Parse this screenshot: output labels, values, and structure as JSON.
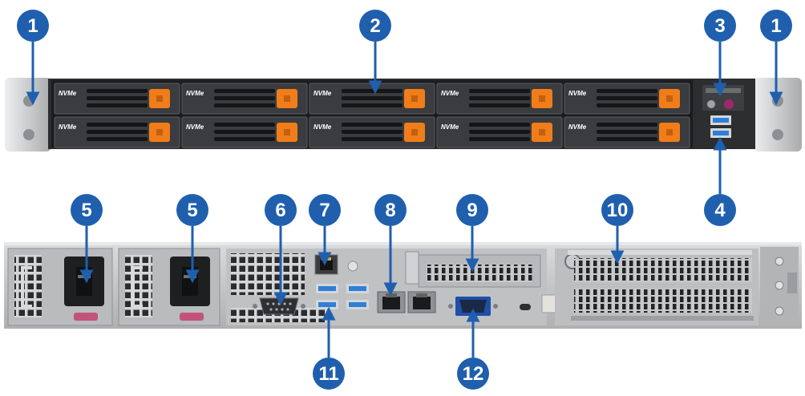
{
  "colors": {
    "callout": "#1f5fae",
    "latch": "#f07d1a",
    "chassis": "#c9cbcd",
    "dark": "#26282a",
    "usb": "#2f7fd6"
  },
  "drive_label": "NVMe",
  "callouts": {
    "rack_ear_left": "1",
    "drive_bays": "2",
    "control_panel": "3",
    "rack_ear_right": "1",
    "front_usb": "4",
    "psu_1": "5",
    "psu_2": "5",
    "com_port": "6",
    "ipmi_lan": "7",
    "lan_ports": "8",
    "pcie_slot_low": "9",
    "pcie_slot_full": "10",
    "rear_usb": "11",
    "vga_port": "12"
  }
}
